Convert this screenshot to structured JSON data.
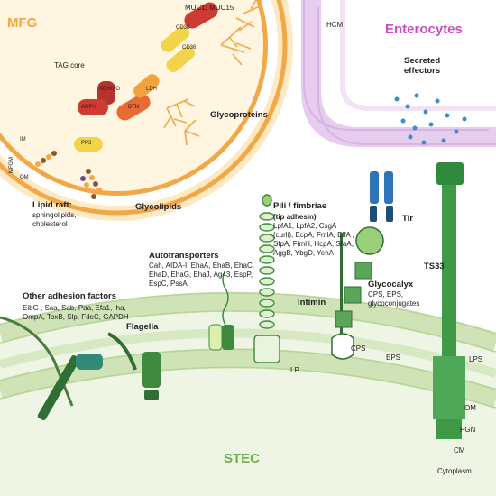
{
  "titles": {
    "mfg": "MFG",
    "enterocytes": "Enterocytes",
    "stec": "STEC"
  },
  "mfg": {
    "tag_core": "TAG core",
    "im": "IM",
    "mfgm": "MFGM",
    "om": "OM",
    "proteins": [
      "CD36",
      "CD36",
      "XDH/XO",
      "ADPH",
      "BTN",
      "LDH",
      "PP3"
    ],
    "muc": "MUC1, MUC15",
    "glycoproteins": "Glycoproteins",
    "glycolipids": "Glycolipids",
    "lipid_raft_title": "Lipid raft:",
    "lipid_raft_desc": "sphingolipids,\ncholesterol"
  },
  "enterocytes": {
    "hcm": "HCM",
    "secreted_effectors": "Secreted\neffectors",
    "tir": "Tir",
    "ts33": "TS33"
  },
  "stec": {
    "pili_title": "Pili / fimbriae",
    "pili_sub": "(tip adhesin)",
    "pili_list": "LpfA1, LpfA2, CsgA\n(curli), EcpA, FmlA, ElfA ,\nSfpA, FimH, HcpA, SfaA,\nAggB, YbgD, YehA",
    "autotransporters_title": "Autotransporters",
    "autotransporters_list": "Cah, AIDA-I, EhaA, EhaB, EhaC,\nEhaD, EhaG, EhaJ, Ag43, EspP,\nEspC, PssA",
    "other_title": "Other adhesion factors",
    "other_list": "EibG , Saa, Sab, Paa, Efa1, Iha,\nOmpA, ToxB, Slp, FdeC, GAPDH",
    "flagella": "Flagella",
    "intimin": "Intimin",
    "glycocalyx_title": "Glycocalyx",
    "glycocalyx_list": "CPS, EPS,\nglycoconjugates",
    "cps": "CPS",
    "eps": "EPS",
    "lp": "LP",
    "lps": "LPS",
    "layers": [
      "OM",
      "PGN",
      "CM",
      "Cytoplasm"
    ]
  },
  "colors": {
    "mfg_title": "#f4a640",
    "enterocyte_title": "#c94fc2",
    "stec_title": "#6fae4c",
    "membrane_orange": "#f5b35a",
    "membrane_purple": "#e3c7ec",
    "bacteria_green": "#c9dfae",
    "dark_green": "#2f6e35"
  }
}
